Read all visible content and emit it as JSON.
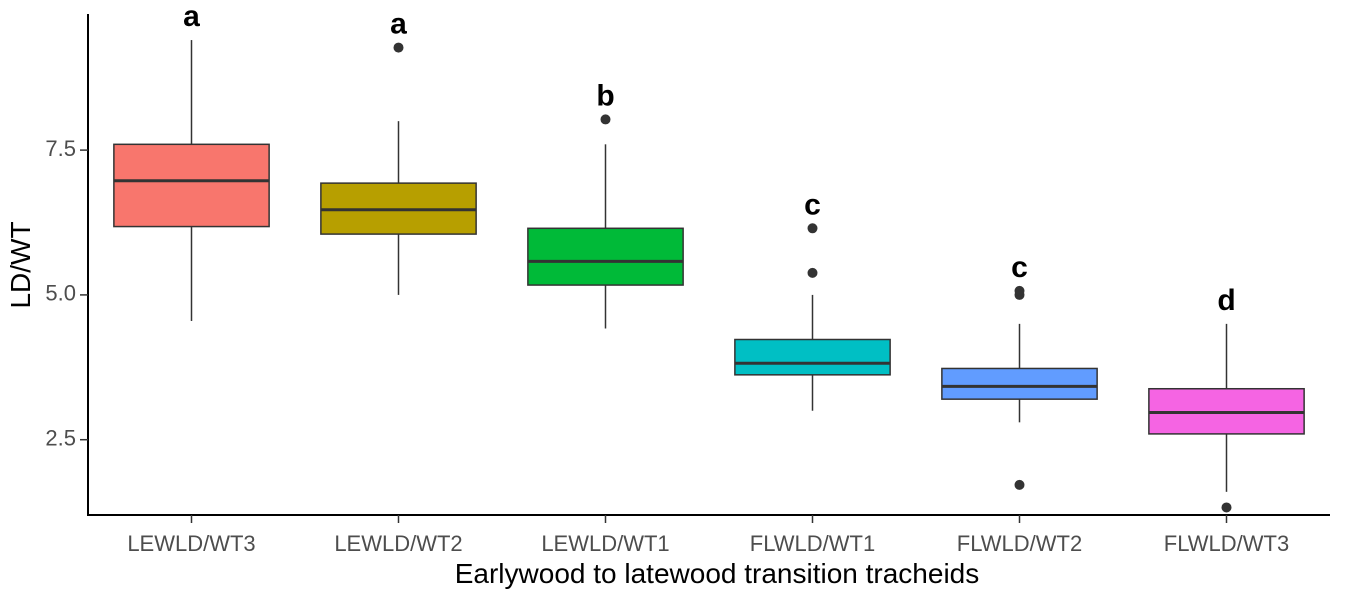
{
  "chart_data": {
    "type": "box",
    "xlabel": "Earlywood to latewood transition tracheids",
    "ylabel": "LD/WT",
    "ylim": [
      1.2,
      9.85
    ],
    "yticks": [
      2.5,
      5.0,
      7.5
    ],
    "ytick_labels": [
      "2.5",
      "5.0",
      "7.5"
    ],
    "grid": false,
    "legend": "none",
    "categories": [
      "LEWLD/WT3",
      "LEWLD/WT2",
      "LEWLD/WT1",
      "FLWLD/WT1",
      "FLWLD/WT2",
      "FLWLD/WT3"
    ],
    "boxes": [
      {
        "category": "LEWLD/WT3",
        "color": "#F8766D",
        "lower_whisker": 4.55,
        "q1": 6.18,
        "median": 6.97,
        "q3": 7.6,
        "upper_whisker": 9.4,
        "outliers": [],
        "label": "a"
      },
      {
        "category": "LEWLD/WT2",
        "color": "#B79F00",
        "lower_whisker": 5.0,
        "q1": 6.05,
        "median": 6.47,
        "q3": 6.93,
        "upper_whisker": 8.0,
        "outliers": [
          9.27
        ],
        "label": "a"
      },
      {
        "category": "LEWLD/WT1",
        "color": "#00BA38",
        "lower_whisker": 4.42,
        "q1": 5.17,
        "median": 5.58,
        "q3": 6.15,
        "upper_whisker": 7.6,
        "outliers": [
          8.03
        ],
        "label": "b"
      },
      {
        "category": "FLWLD/WT1",
        "color": "#00BFC4",
        "lower_whisker": 3.0,
        "q1": 3.62,
        "median": 3.82,
        "q3": 4.23,
        "upper_whisker": 5.0,
        "outliers": [
          5.38,
          6.15
        ],
        "label": "c"
      },
      {
        "category": "FLWLD/WT2",
        "color": "#619CFF",
        "lower_whisker": 2.8,
        "q1": 3.2,
        "median": 3.42,
        "q3": 3.73,
        "upper_whisker": 4.5,
        "outliers": [
          1.72,
          5.0,
          5.07
        ],
        "label": "c"
      },
      {
        "category": "FLWLD/WT3",
        "color": "#F564E3",
        "lower_whisker": 1.6,
        "q1": 2.6,
        "median": 2.97,
        "q3": 3.38,
        "upper_whisker": 4.5,
        "outliers": [
          1.33
        ],
        "label": "d"
      }
    ]
  }
}
